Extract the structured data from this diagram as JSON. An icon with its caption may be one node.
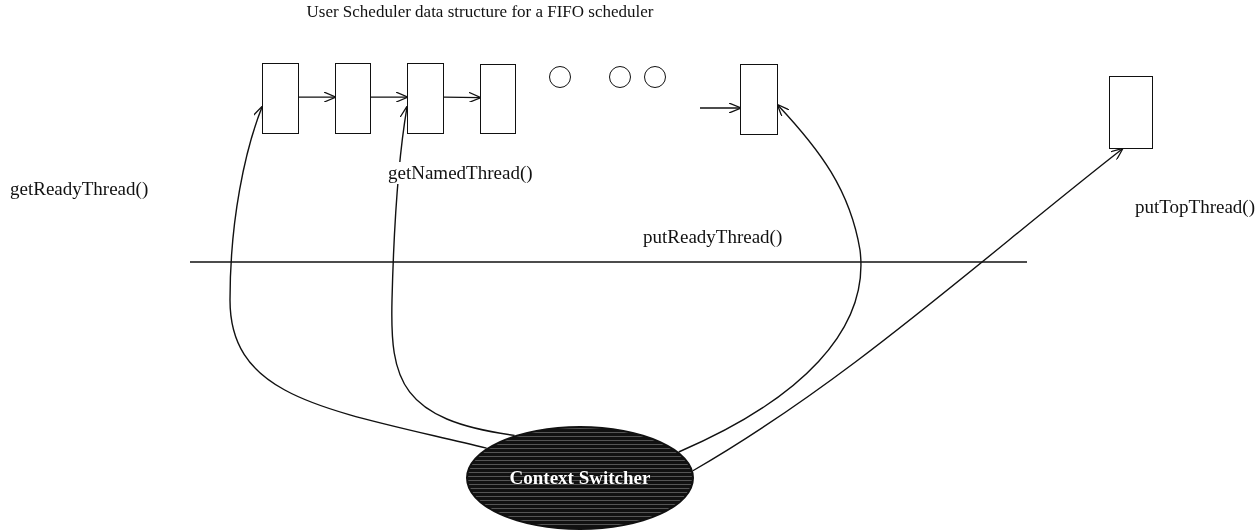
{
  "diagram": {
    "title": "User Scheduler data structure for a FIFO scheduler",
    "nodes": [
      {
        "text": [],
        "shape": "box"
      },
      {
        "text": [],
        "shape": "box"
      },
      {
        "text": [],
        "shape": "box"
      },
      {
        "text": [],
        "shape": "box"
      },
      {
        "text": [],
        "shape": "circle"
      },
      {
        "text": [],
        "shape": "circle"
      },
      {
        "text": [],
        "shape": "circle"
      },
      {
        "text": [],
        "shape": "box"
      },
      {
        "text": [],
        "shape": "box"
      },
      {
        "text": [
          "Context Switcher"
        ]
      }
    ],
    "edges": [
      {
        "from": 0,
        "to": 1,
        "arrow": "to"
      },
      {
        "from": 1,
        "to": 2,
        "arrow": "to"
      },
      {
        "from": 2,
        "to": 3,
        "arrow": "to"
      },
      {
        "from": null,
        "to": 7,
        "arrow": "to"
      },
      {
        "from": 9,
        "to": 0,
        "arrow": "to",
        "label": "getReadyThread()"
      },
      {
        "from": 9,
        "to": 2,
        "arrow": "to",
        "label": "getNamedThread()"
      },
      {
        "from": 9,
        "to": 7,
        "arrow": "to",
        "label": "putReadyThread()"
      },
      {
        "from": 9,
        "to": 8,
        "arrow": "to",
        "label": "putTopThread()"
      }
    ]
  }
}
